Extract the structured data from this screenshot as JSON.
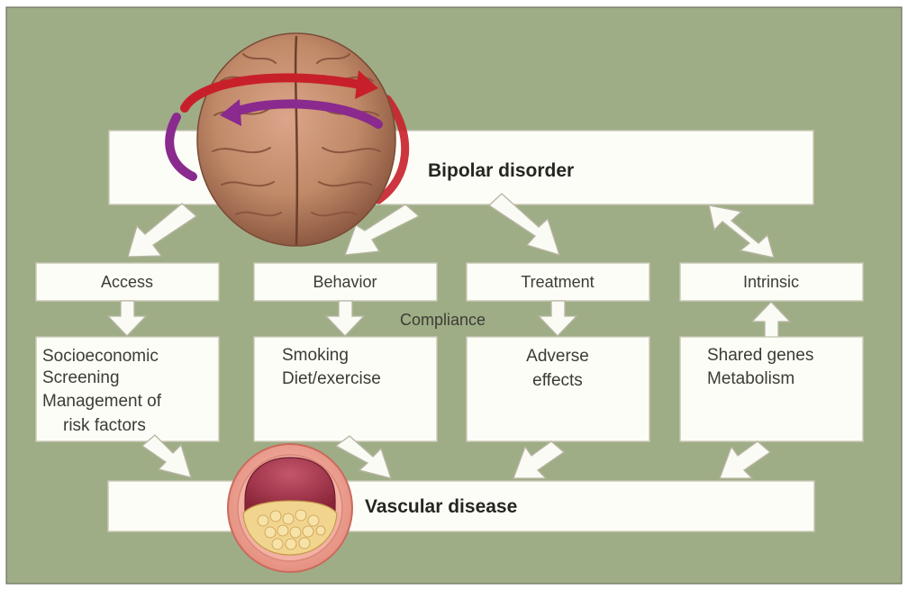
{
  "top": {
    "label": "Bipolar disorder"
  },
  "bottom": {
    "label": "Vascular disease"
  },
  "categories": [
    {
      "label": "Access",
      "detail": [
        "Socioeconomic",
        "Screening",
        "Management of",
        "risk factors"
      ]
    },
    {
      "label": "Behavior",
      "detail": [
        "Smoking",
        "Diet/exercise"
      ]
    },
    {
      "label": "Treatment",
      "detail": [
        "Adverse",
        "effects"
      ]
    },
    {
      "label": "Intrinsic",
      "detail": [
        "Shared genes",
        "Metabolism"
      ]
    }
  ],
  "compliance": "Compliance",
  "colors": {
    "background": "#9fad87",
    "box": "#fdfdf8",
    "arrow_red": "#c8202a",
    "arrow_purple": "#8a2a8e",
    "brain": "#c08968",
    "vessel": "#e99a8c",
    "plaque": "#f1d58e"
  },
  "icons": [
    "brain-illustration",
    "blood-vessel-cross-section-illustration"
  ]
}
